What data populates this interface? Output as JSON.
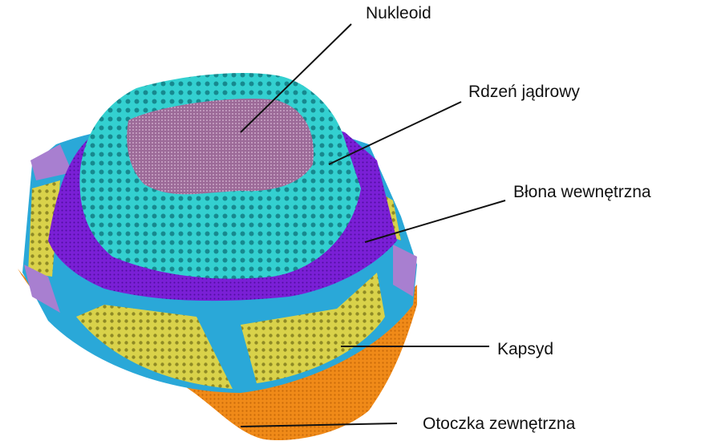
{
  "diagram": {
    "labels": [
      {
        "id": "nucleoid",
        "text": "Nukleoid"
      },
      {
        "id": "core",
        "text": "Rdzeń jądrowy"
      },
      {
        "id": "inner-membrane",
        "text": "Błona wewnętrzna"
      },
      {
        "id": "capsid",
        "text": "Kapsyd"
      },
      {
        "id": "outer-envelope",
        "text": "Otoczka zewnętrzna"
      }
    ],
    "colors": {
      "envelope": "#f08a18",
      "capsid_yellow": "#d9d24a",
      "capsid_blue": "#2aa8d8",
      "capsid_lilac": "#a87fd0",
      "membrane": "#7a1fd6",
      "core": "#33d0d0",
      "nucleoid": "#9c6a98",
      "leader_line": "#111111"
    }
  }
}
